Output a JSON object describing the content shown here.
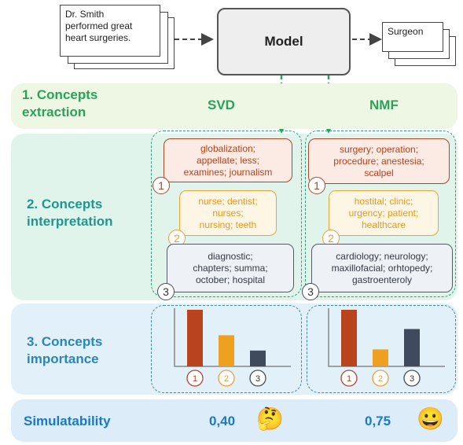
{
  "input_doc": {
    "text": "Dr. Smith\nperformed great\nheart surgeries."
  },
  "model": {
    "label": "Model"
  },
  "output_doc": {
    "label": "Surgeon"
  },
  "columns": {
    "svd": "SVD",
    "nmf": "NMF"
  },
  "rows": {
    "extraction": "1. Concepts\nextraction",
    "interpretation": "2. Concepts\ninterpretation",
    "importance": "3. Concepts\nimportance",
    "simulatability": "Simulatability"
  },
  "svd_concepts": [
    {
      "number": "1",
      "text": "globalization;\nappellate; less;\nexamines; journalism"
    },
    {
      "number": "2",
      "text": "nurse; dentist;\nnurses;\nnursing; teeth"
    },
    {
      "number": "3",
      "text": "diagnostic;\nchapters; summa;\noctober; hospital"
    }
  ],
  "nmf_concepts": [
    {
      "number": "1",
      "text": "surgery; operation;\nprocedure; anestesia;\nscalpel"
    },
    {
      "number": "2",
      "text": "hostital; clinic;\nurgency; patient;\nhealthcare"
    },
    {
      "number": "3",
      "text": "cardiology; neurology;\nmaxillofacial; orhtopedy;\ngastroenteroly"
    }
  ],
  "chart_data": [
    {
      "type": "bar",
      "title": "",
      "categories": [
        "1",
        "2",
        "3"
      ],
      "values": [
        1.0,
        0.55,
        0.28
      ],
      "colors": [
        "#b8431c",
        "#eea01e",
        "#3f4a5c"
      ]
    },
    {
      "type": "bar",
      "title": "",
      "categories": [
        "1",
        "2",
        "3"
      ],
      "values": [
        1.0,
        0.3,
        0.66
      ],
      "colors": [
        "#b8431c",
        "#eea01e",
        "#3f4a5c"
      ]
    }
  ],
  "simulatability": {
    "svd_score": "0,40",
    "svd_emoji": "🤔",
    "nmf_score": "0,75",
    "nmf_emoji": "😀"
  },
  "colors": {
    "green": "#2aa35a",
    "teal": "#23958e",
    "blue": "#2a86b8",
    "concept1": "#b8431c",
    "concept2": "#eea01e",
    "concept3": "#3f4a5c"
  }
}
